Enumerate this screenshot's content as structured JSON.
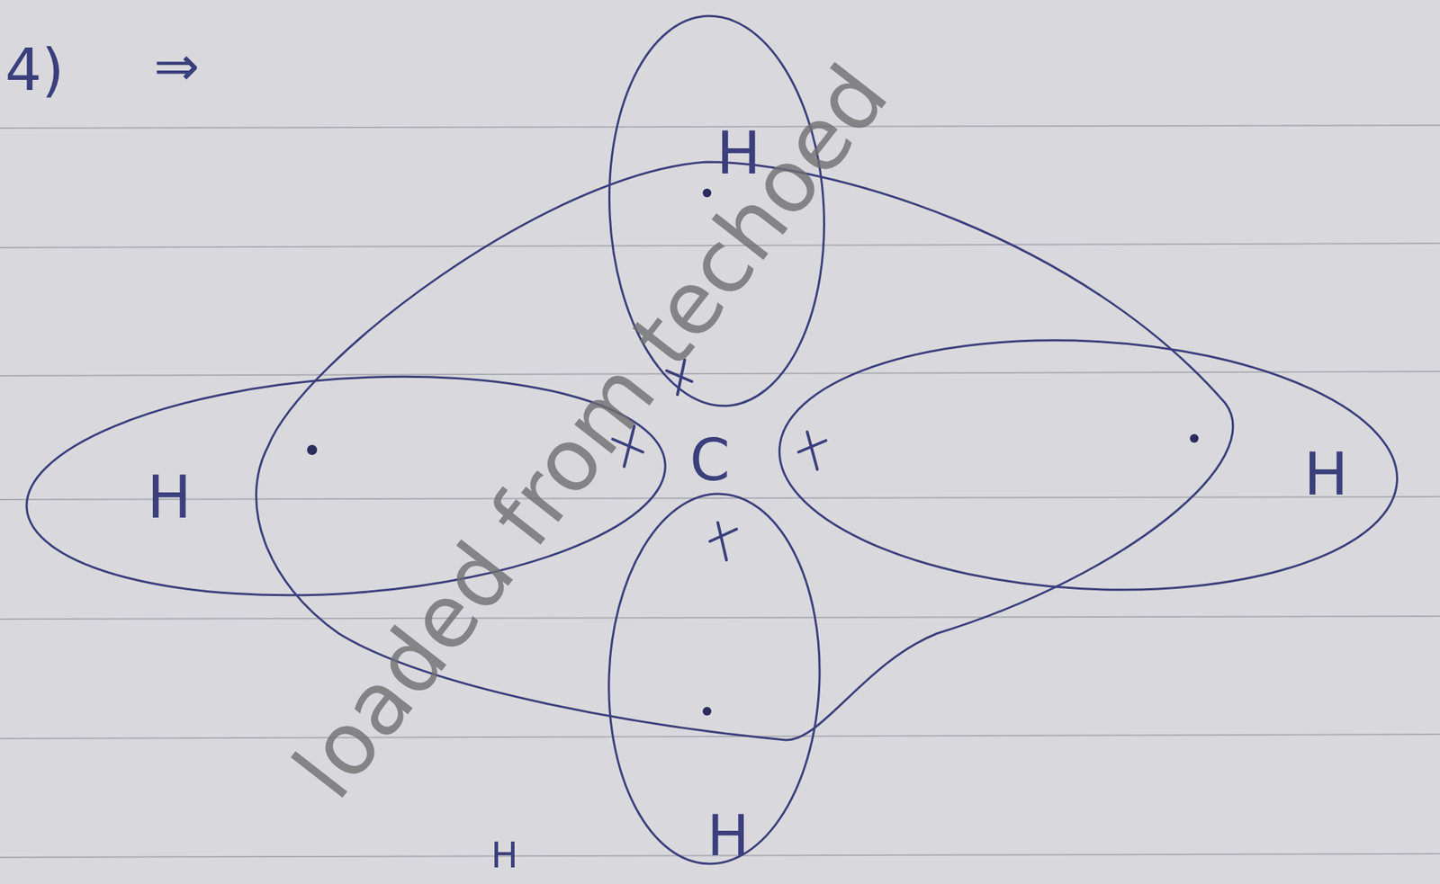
{
  "diagram": {
    "nodes": [
      {
        "text": [
          "H"
        ]
      },
      {
        "text": [
          "H"
        ]
      },
      {
        "text": [
          "H"
        ]
      },
      {
        "text": [
          "H"
        ]
      }
    ],
    "labels": [
      "4)",
      "⇒",
      "C",
      "H",
      "loaded from techoed"
    ]
  }
}
